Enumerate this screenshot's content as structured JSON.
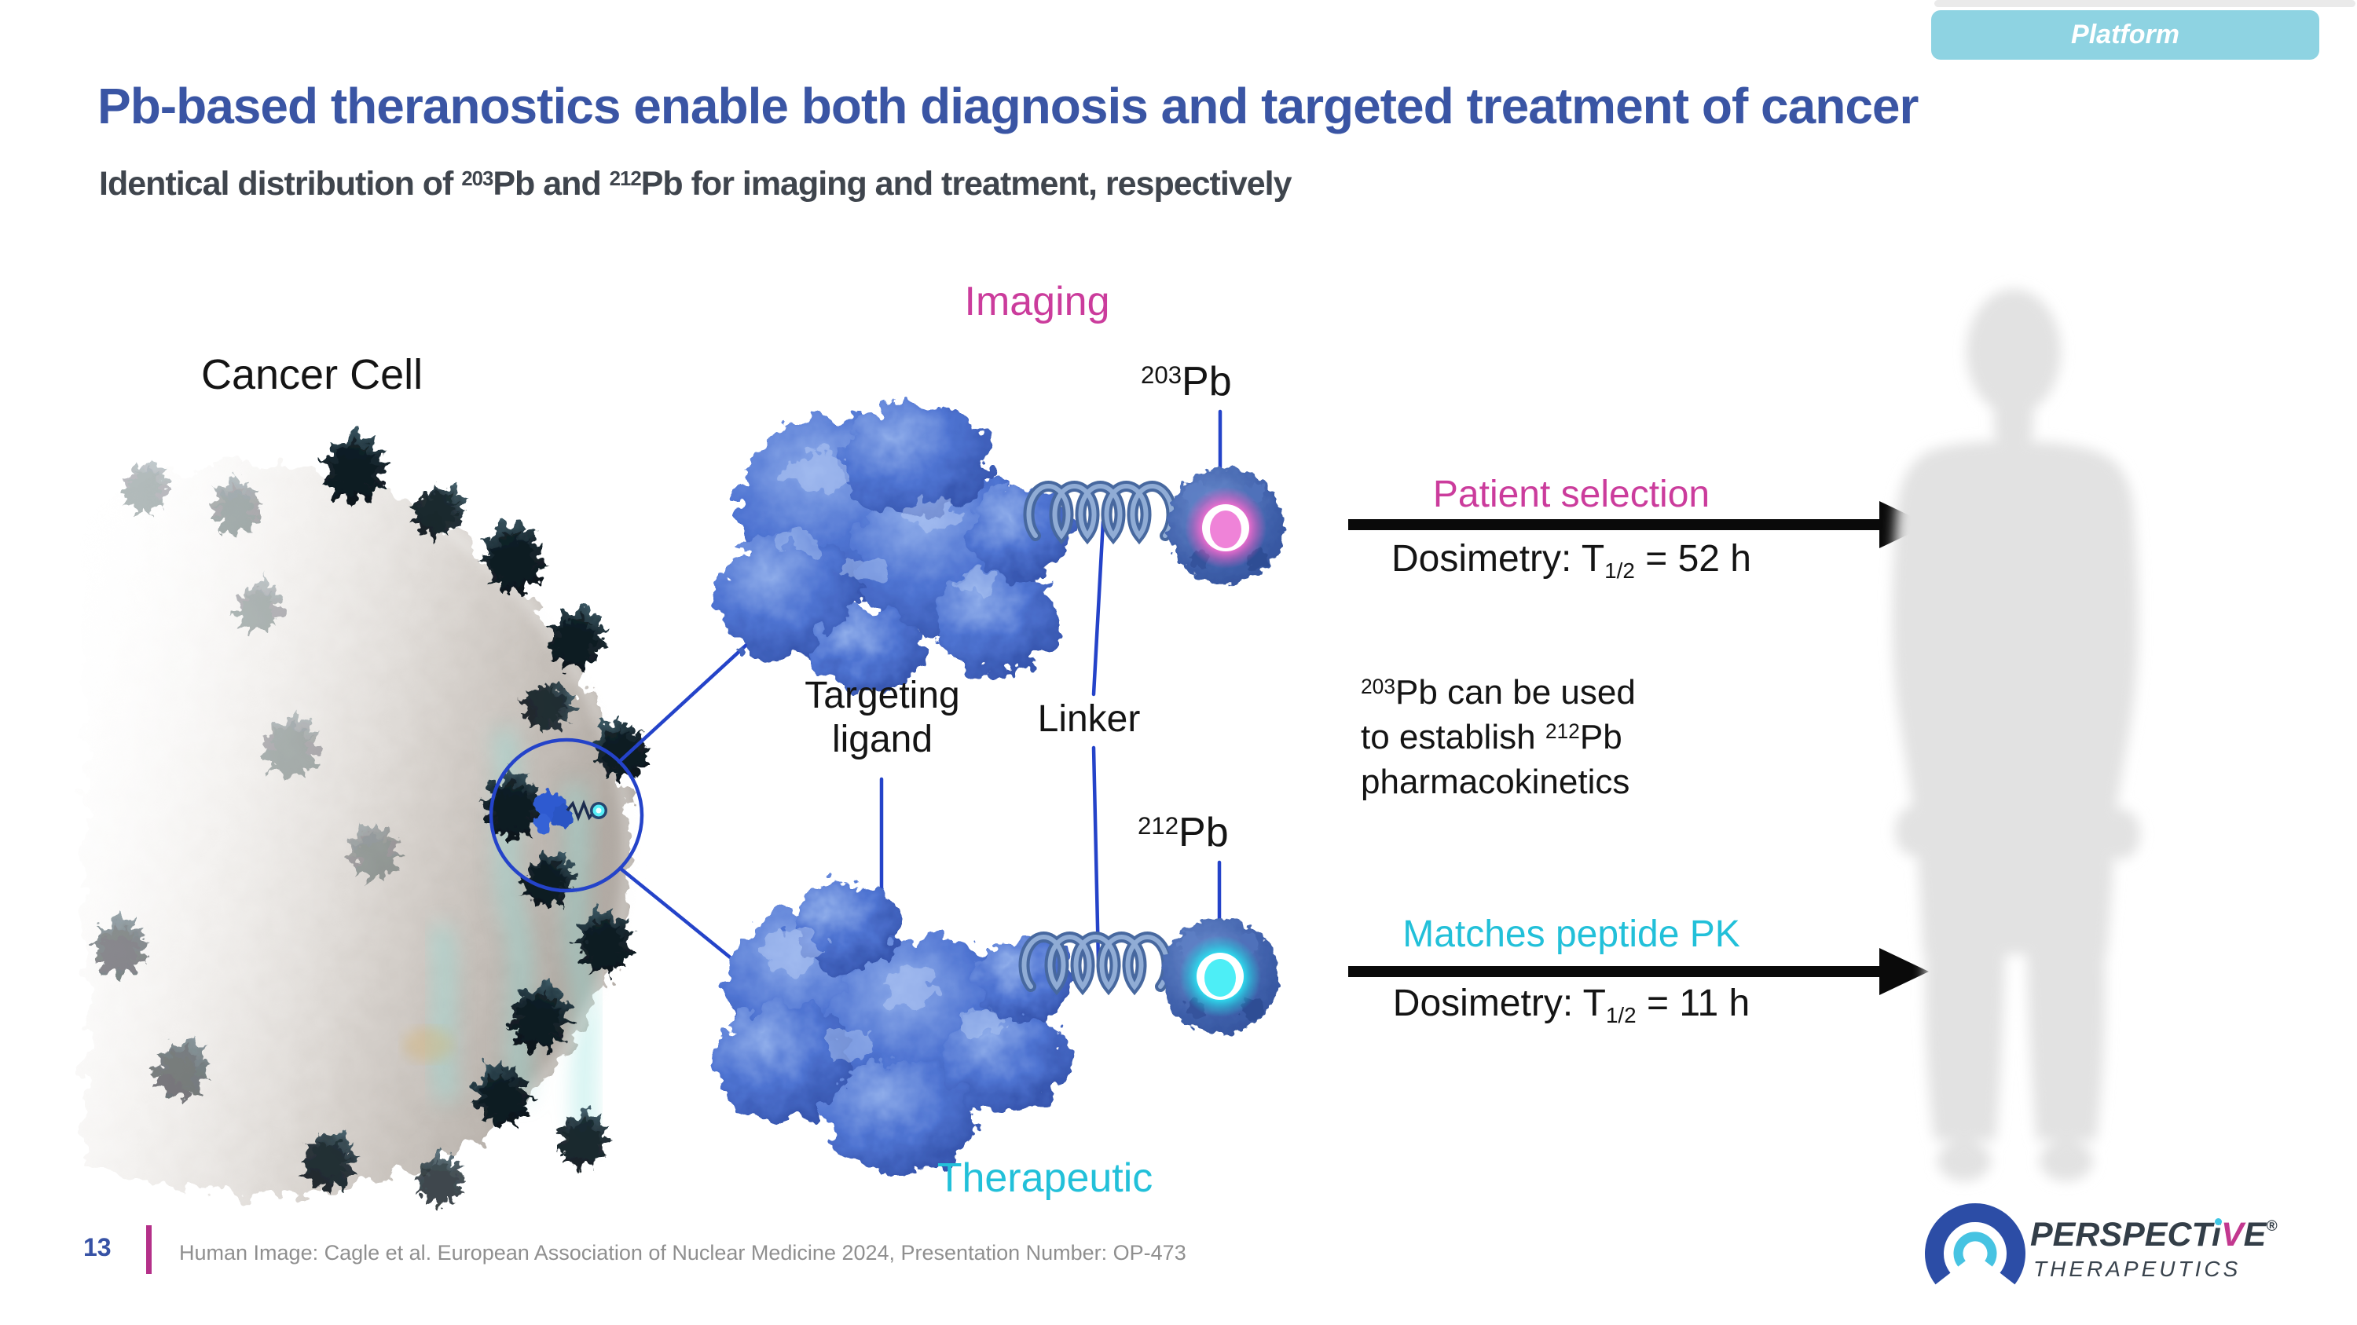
{
  "badge": {
    "label": "Platform"
  },
  "header": {
    "title": "Pb-based theranostics enable both diagnosis and targeted treatment of cancer",
    "subtitle_parts": {
      "a": "Identical distribution of ",
      "sup1": "203",
      "b": "Pb and ",
      "sup2": "212",
      "c": "Pb for imaging and treatment, respectively"
    }
  },
  "diagram": {
    "imaging_heading": "Imaging",
    "therapeutic_heading": "Therapeutic",
    "cancer_cell_label": "Cancer Cell",
    "targeting_ligand_line1": "Targeting",
    "targeting_ligand_line2": "ligand",
    "linker_label": "Linker",
    "isotope_imaging": {
      "mass": "203",
      "symbol": "Pb"
    },
    "isotope_therapy": {
      "mass": "212",
      "symbol": "Pb"
    },
    "imaging_arrow": {
      "label": "Patient selection",
      "dosimetry_prefix": "Dosimetry: T",
      "dosimetry_sub": "1/2",
      "dosimetry_value": " = 52 h"
    },
    "therapy_arrow": {
      "label": "Matches peptide PK",
      "dosimetry_prefix": "Dosimetry: T",
      "dosimetry_sub": "1/2",
      "dosimetry_value": " = 11 h"
    },
    "note": {
      "l1_sup": "203",
      "l1_text": "Pb can be used",
      "l2_a": "to establish ",
      "l2_sup": "212",
      "l2_b": "Pb",
      "l3": "pharmacokinetics"
    }
  },
  "footer": {
    "page_number": "13",
    "citation": "Human Image: Cagle et al. European Association of Nuclear Medicine 2024, Presentation Number: OP-473"
  },
  "logo": {
    "main_a": "PERSPECT",
    "main_i": "i",
    "main_v": "V",
    "main_e": "E",
    "registered": "®",
    "sub": "THERAPEUTICS"
  },
  "colors": {
    "accent_pink": "#cb3c9c",
    "accent_cyan": "#22c0d9",
    "title_blue": "#3a55a4",
    "annotation_blue": "#2443c9",
    "badge_blue": "#8ed3e2",
    "footer_bar_magenta": "#b43089",
    "logo_navy": "#333e48",
    "logo_magenta": "#c2388f"
  }
}
